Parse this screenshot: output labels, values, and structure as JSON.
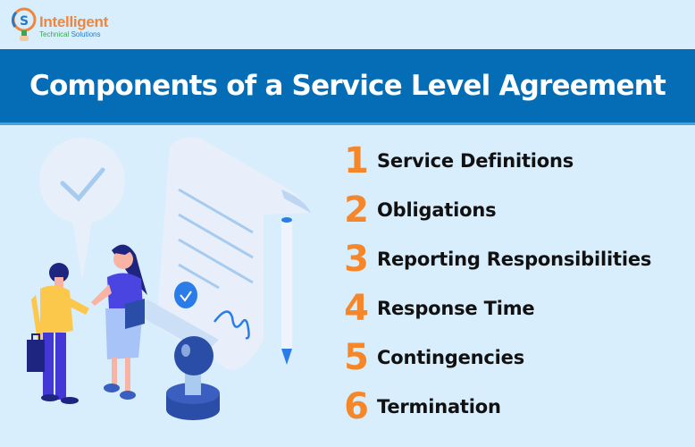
{
  "logo": {
    "name": "Intelligent",
    "tagline_part1": "Technical",
    "tagline_part2": "Solutions",
    "icon": "lightbulb-logo-icon"
  },
  "banner": {
    "title": "Components of a Service Level Agreement",
    "background": "#046db6"
  },
  "components": [
    {
      "number": "1",
      "label": "Service Definitions"
    },
    {
      "number": "2",
      "label": "Obligations"
    },
    {
      "number": "3",
      "label": "Reporting Responsibilities"
    },
    {
      "number": "4",
      "label": "Response Time"
    },
    {
      "number": "5",
      "label": "Contingencies"
    },
    {
      "number": "6",
      "label": "Termination"
    }
  ],
  "colors": {
    "background": "#d9eefc",
    "number_accent": "#f5862a",
    "text": "#111111"
  },
  "illustration": {
    "description": "Two people shaking hands beside a signed contract document with checkmark, pen and stamp",
    "icons": [
      "speech-bubble-check-icon",
      "contract-document-icon",
      "pen-icon",
      "stamp-icon",
      "handshake-people-icon"
    ]
  }
}
